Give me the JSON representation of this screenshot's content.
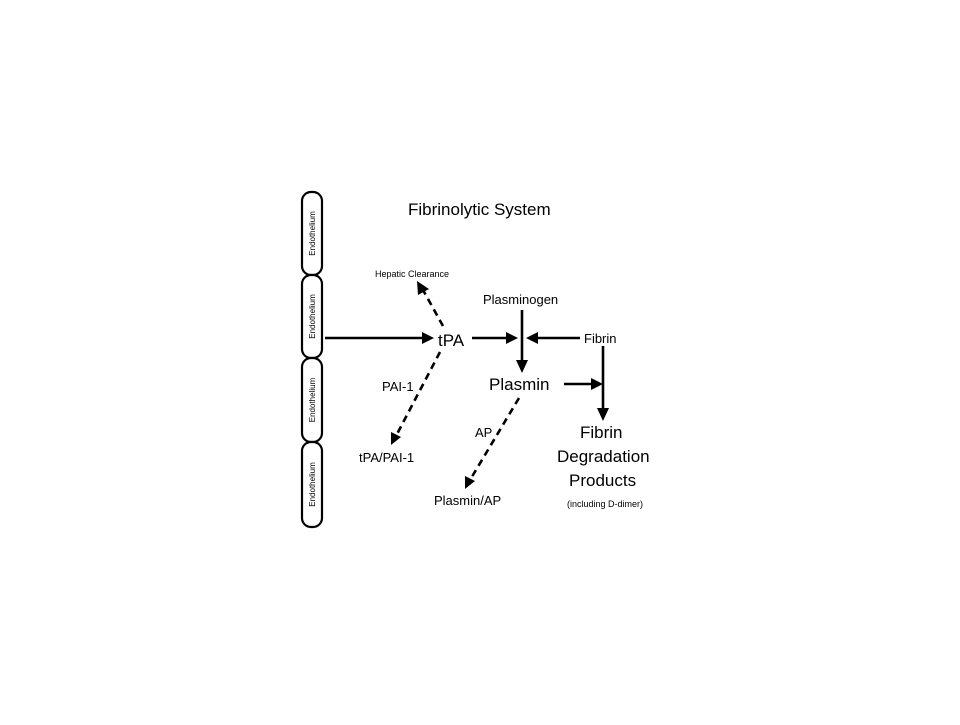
{
  "title": "Fibrinolytic System",
  "endothelium": {
    "cells": [
      "Endothelium",
      "Endothelium",
      "Endothelium",
      "Endothelium"
    ]
  },
  "nodes": {
    "hepatic_clearance": "Hepatic Clearance",
    "plasminogen": "Plasminogen",
    "tpa": "tPA",
    "fibrin": "Fibrin",
    "pai1": "PAI-1",
    "plasmin": "Plasmin",
    "ap": "AP",
    "tpa_pai1": "tPA/PAI-1",
    "fdp_line1": "Fibrin",
    "fdp_line2": "Degradation",
    "fdp_line3": "Products",
    "fdp_note": "(including D-dimer)",
    "plasmin_ap": "Plasmin/AP"
  },
  "colors": {
    "line": "#000000",
    "background": "#ffffff"
  }
}
